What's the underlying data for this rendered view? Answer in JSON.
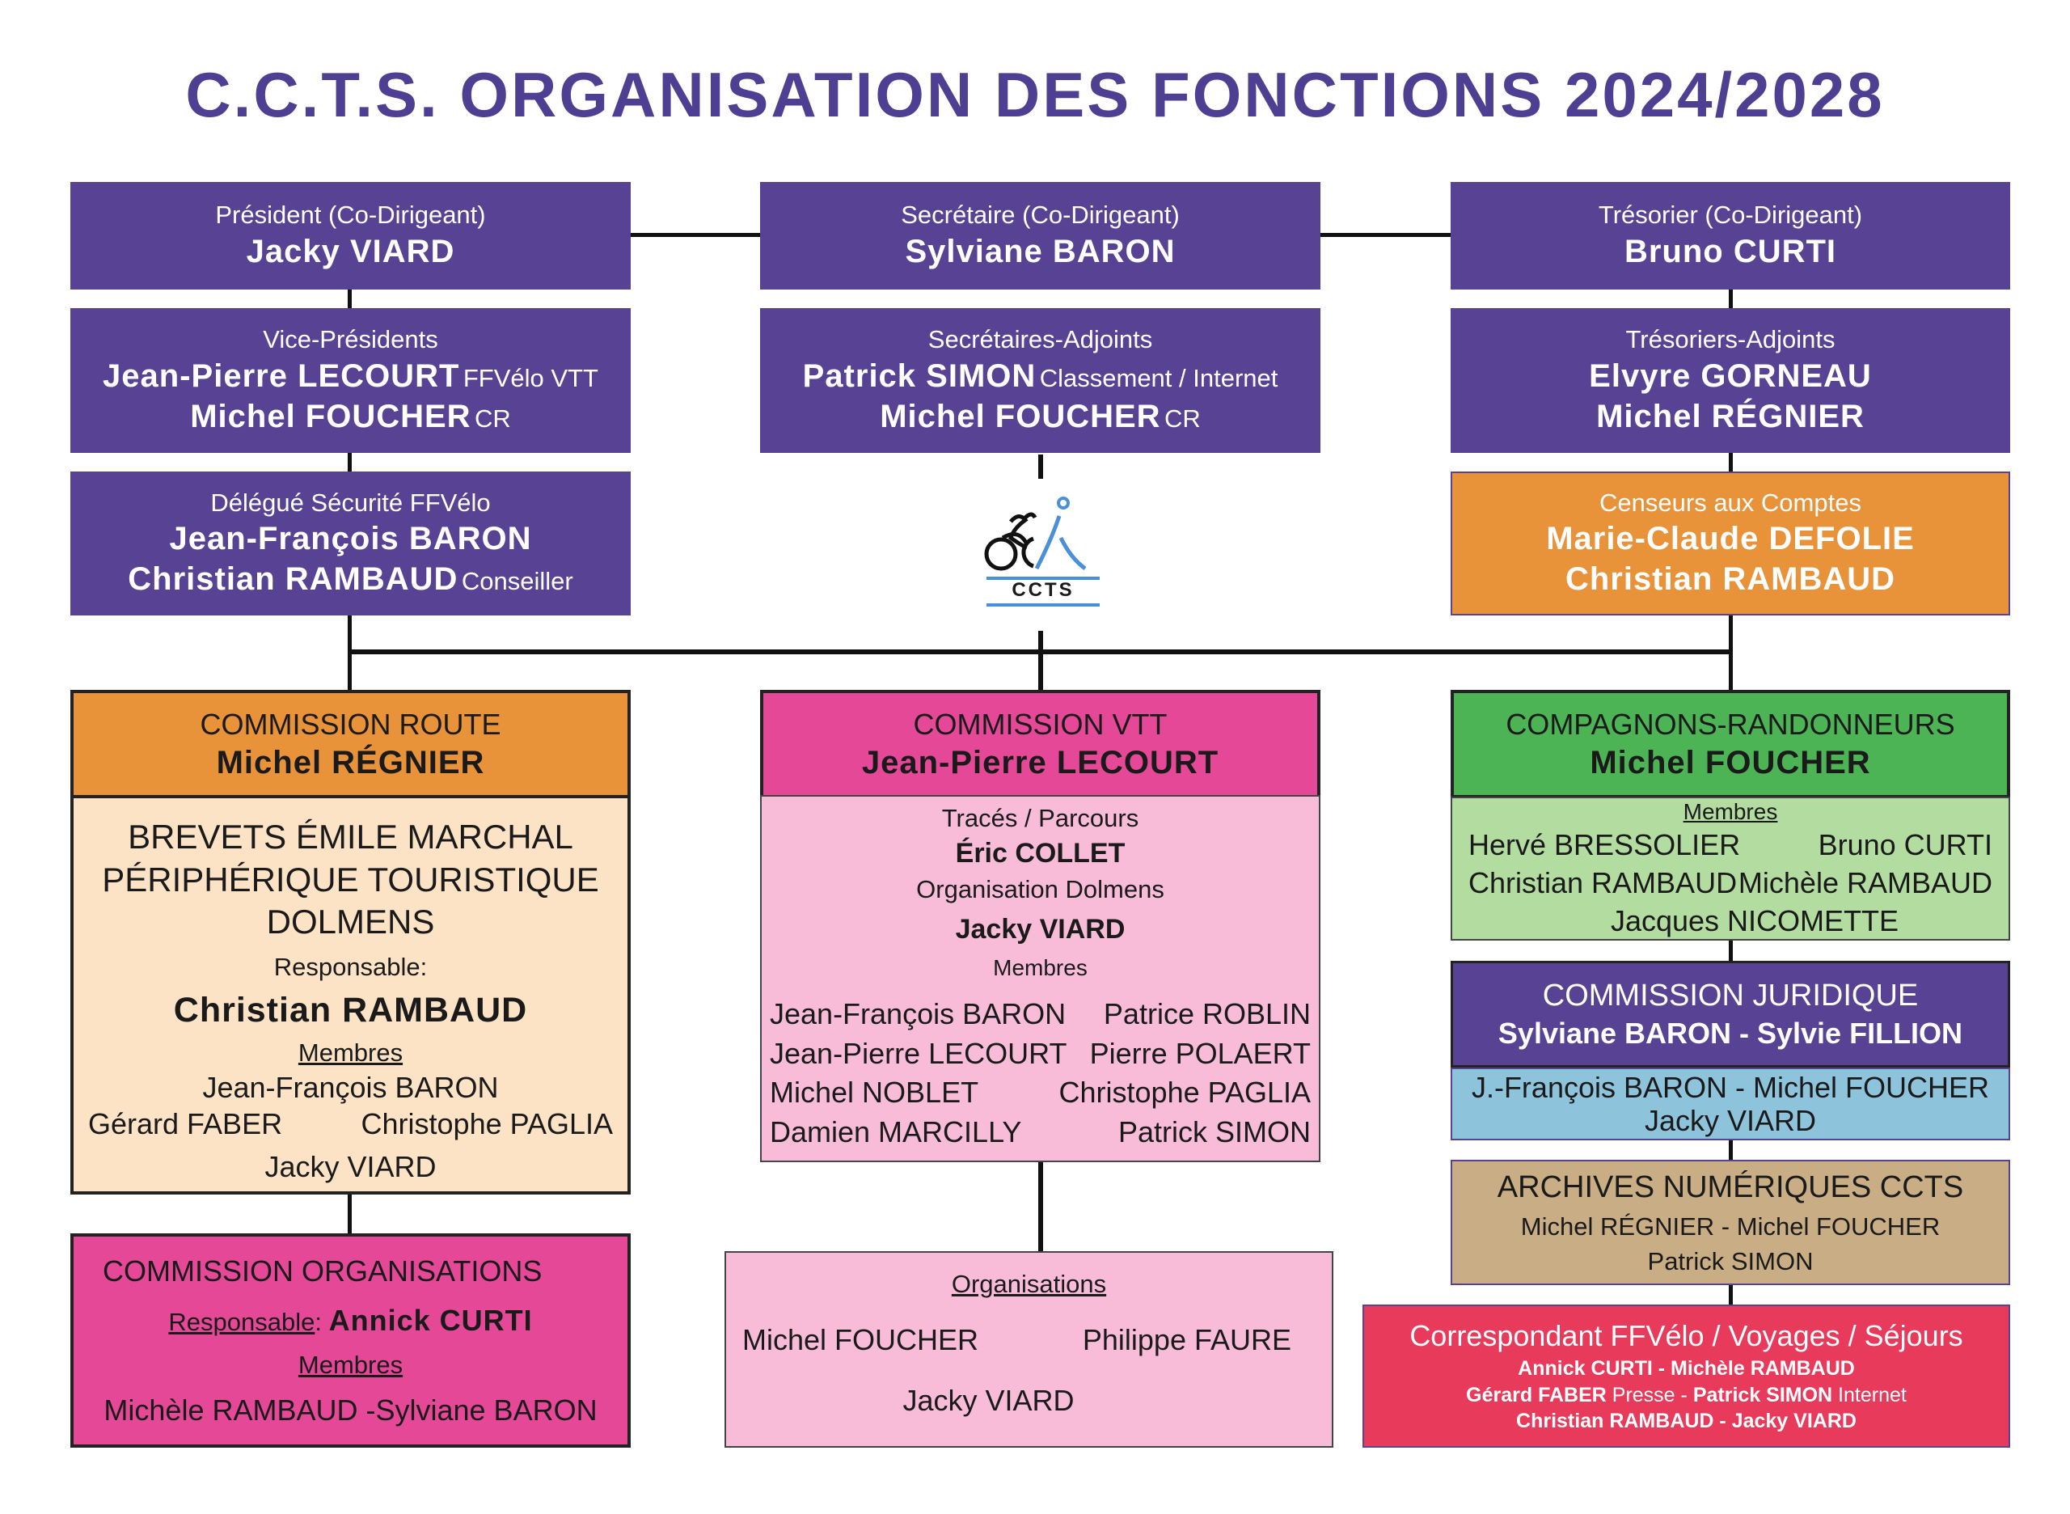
{
  "title": "C.C.T.S. ORGANISATION DES FONCTIONS 2024/2028",
  "president": {
    "role": "Président (Co-Dirigeant)",
    "name": "Jacky VIARD"
  },
  "secretaire": {
    "role": "Secrétaire (Co-Dirigeant)",
    "name": "Sylviane BARON"
  },
  "tresorier": {
    "role": "Trésorier (Co-Dirigeant)",
    "name": "Bruno CURTI"
  },
  "vice": {
    "role": "Vice-Présidents",
    "n1": "Jean-Pierre  LECOURT",
    "n1_note": "FFVélo VTT",
    "n2": "Michel  FOUCHER",
    "n2_note": "CR"
  },
  "sec_adj": {
    "role": "Secrétaires-Adjoints",
    "n1": "Patrick  SIMON",
    "n1_note": "Classement / Internet",
    "n2": "Michel  FOUCHER",
    "n2_note": "CR"
  },
  "tres_adj": {
    "role": "Trésoriers-Adjoints",
    "n1": "Elvyre GORNEAU",
    "n2": "Michel RÉGNIER"
  },
  "securite": {
    "role": "Délégué Sécurité FFVélo",
    "n1": "Jean-François BARON",
    "n2": "Christian RAMBAUD",
    "n2_note": "Conseiller"
  },
  "censeurs": {
    "role": "Censeurs aux Comptes",
    "n1": "Marie-Claude DEFOLIE",
    "n2": "Christian RAMBAUD"
  },
  "logo": {
    "text": "CCTS"
  },
  "route": {
    "title": "COMMISSION ROUTE",
    "name": "Michel RÉGNIER",
    "events": [
      "BREVETS ÉMILE MARCHAL",
      "PÉRIPHÉRIQUE TOURISTIQUE",
      "DOLMENS"
    ],
    "resp_label": "Responsable:",
    "resp": "Christian RAMBAUD",
    "members_label": "Membres",
    "members": [
      "Jean-François BARON",
      "Gérard FABER",
      "Christophe PAGLIA",
      "Jacky VIARD"
    ]
  },
  "vtt": {
    "title": "COMMISSION VTT",
    "name": "Jean-Pierre LECOURT",
    "traces_label": "Tracés / Parcours",
    "traces": "Éric COLLET",
    "orga_label": "Organisation Dolmens",
    "orga": "Jacky VIARD",
    "members_label": "Membres",
    "members": [
      "Jean-François BARON",
      "Patrice ROBLIN",
      "Jean-Pierre LECOURT",
      "Pierre POLAERT",
      "Michel NOBLET",
      "Christophe PAGLIA",
      "Damien MARCILLY",
      "Patrick SIMON"
    ]
  },
  "cr": {
    "title": "COMPAGNONS-RANDONNEURS",
    "name": "Michel FOUCHER",
    "members_label": "Membres",
    "members": [
      "Hervé BRESSOLIER",
      "Bruno CURTI",
      "Christian RAMBAUD",
      "Michèle RAMBAUD",
      "Jacques  NICOMETTE"
    ]
  },
  "juridique": {
    "title": "COMMISSION JURIDIQUE",
    "names": "Sylviane  BARON  -  Sylvie  FILLION",
    "l1": "J.-François  BARON - Michel  FOUCHER",
    "l2": "Jacky VIARD"
  },
  "archives": {
    "title": "ARCHIVES NUMÉRIQUES CCTS",
    "l1": "Michel RÉGNIER - Michel FOUCHER",
    "l2": "Patrick SIMON"
  },
  "correspondant": {
    "title": "Correspondant FFVélo / Voyages / Séjours",
    "l1": "Annick  CURTI - Michèle RAMBAUD",
    "l2a": "Gérard  FABER",
    "l2b": "Presse - ",
    "l2c": "Patrick  SIMON",
    "l2d": "Internet",
    "l3": "Christian RAMBAUD - Jacky VIARD"
  },
  "organisations_comm": {
    "title": "COMMISSION ORGANISATIONS",
    "resp_label": "Responsable",
    "resp": "Annick  CURTI",
    "members_label": "Membres",
    "members": "Michèle RAMBAUD -Sylviane BARON"
  },
  "organisations": {
    "title": "Organisations",
    "members": [
      "Michel FOUCHER",
      "Philippe FAURE",
      "Jacky VIARD"
    ]
  }
}
